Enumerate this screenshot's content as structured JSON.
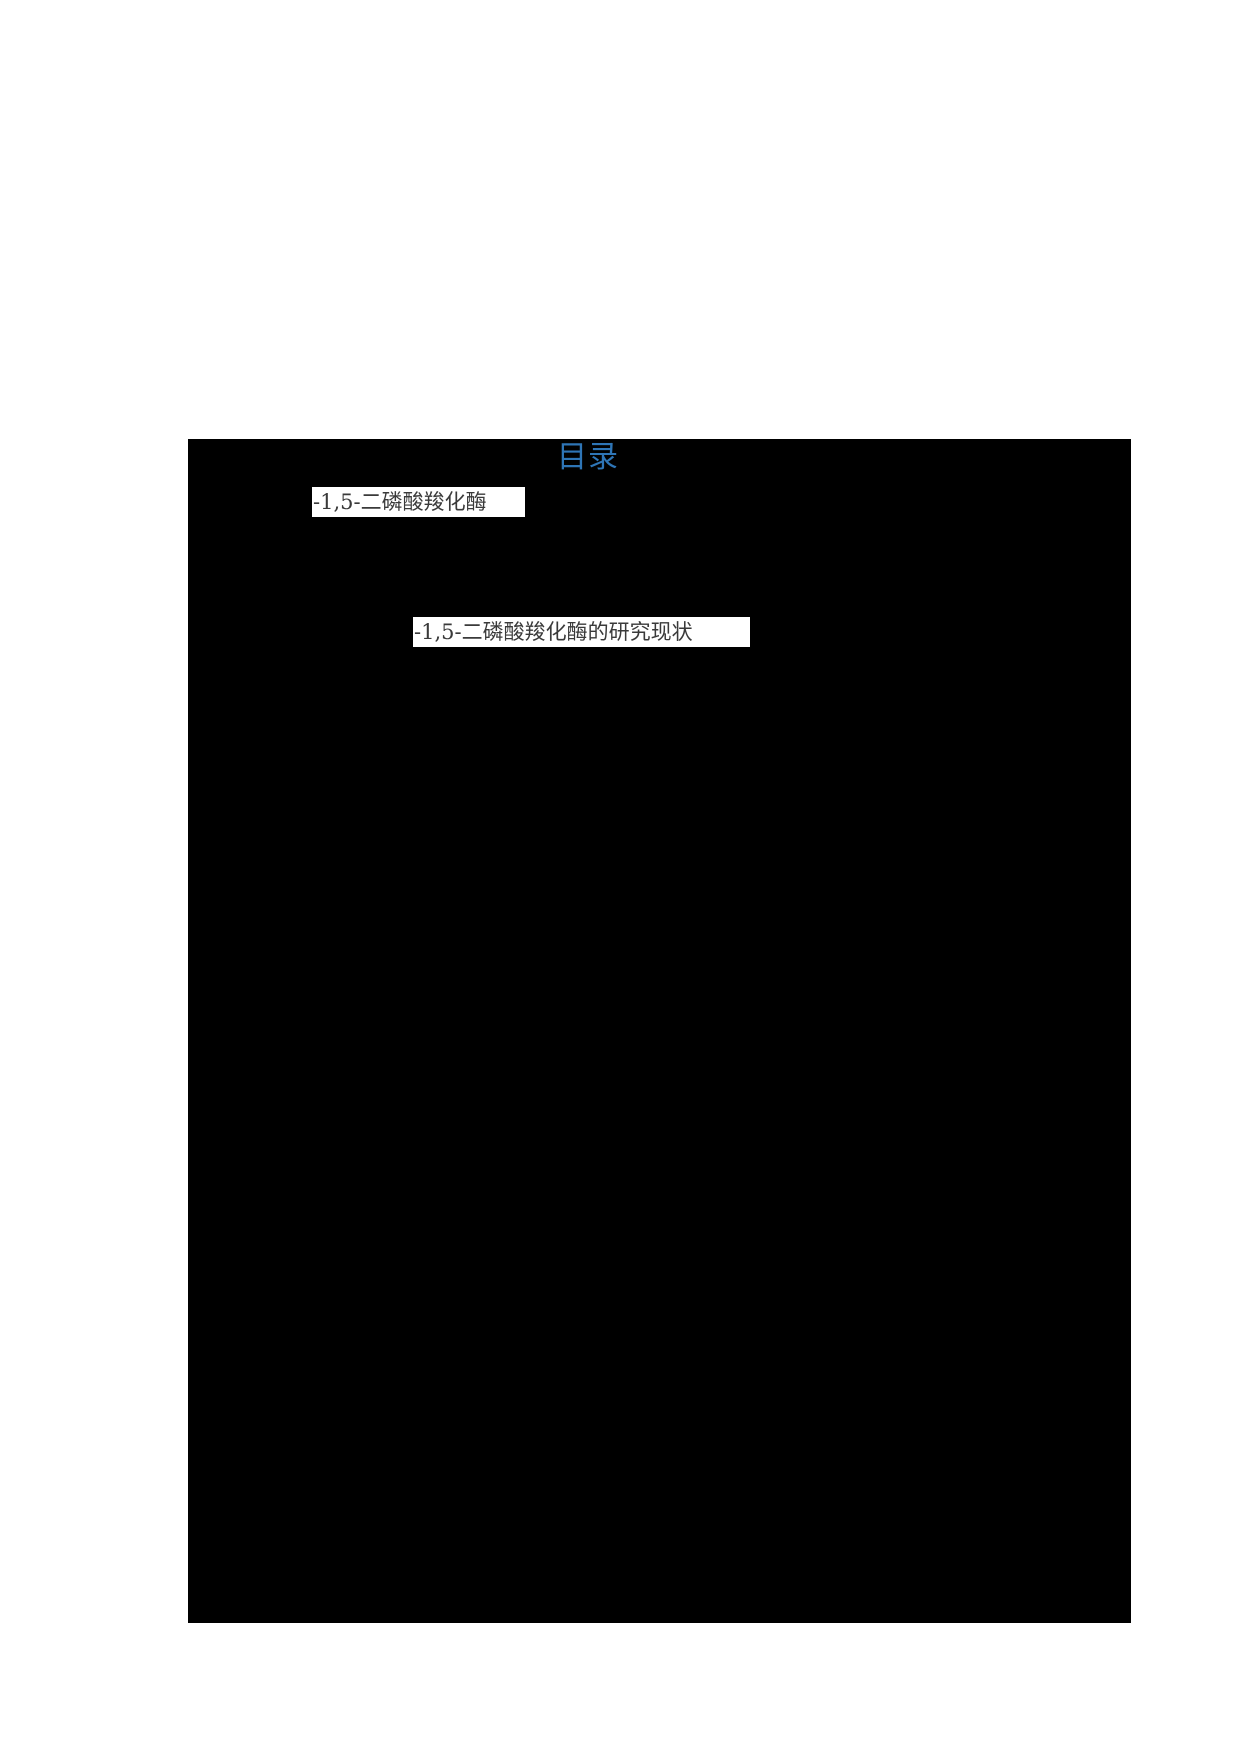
{
  "document": {
    "toc_heading": "目录",
    "toc_heading_color": "#2e75b6",
    "redaction_color": "#000000",
    "entries": [
      {
        "label": "-1,5-二磷酸羧化酶"
      },
      {
        "label": "-1,5-二磷酸羧化酶的研究现状"
      }
    ]
  }
}
